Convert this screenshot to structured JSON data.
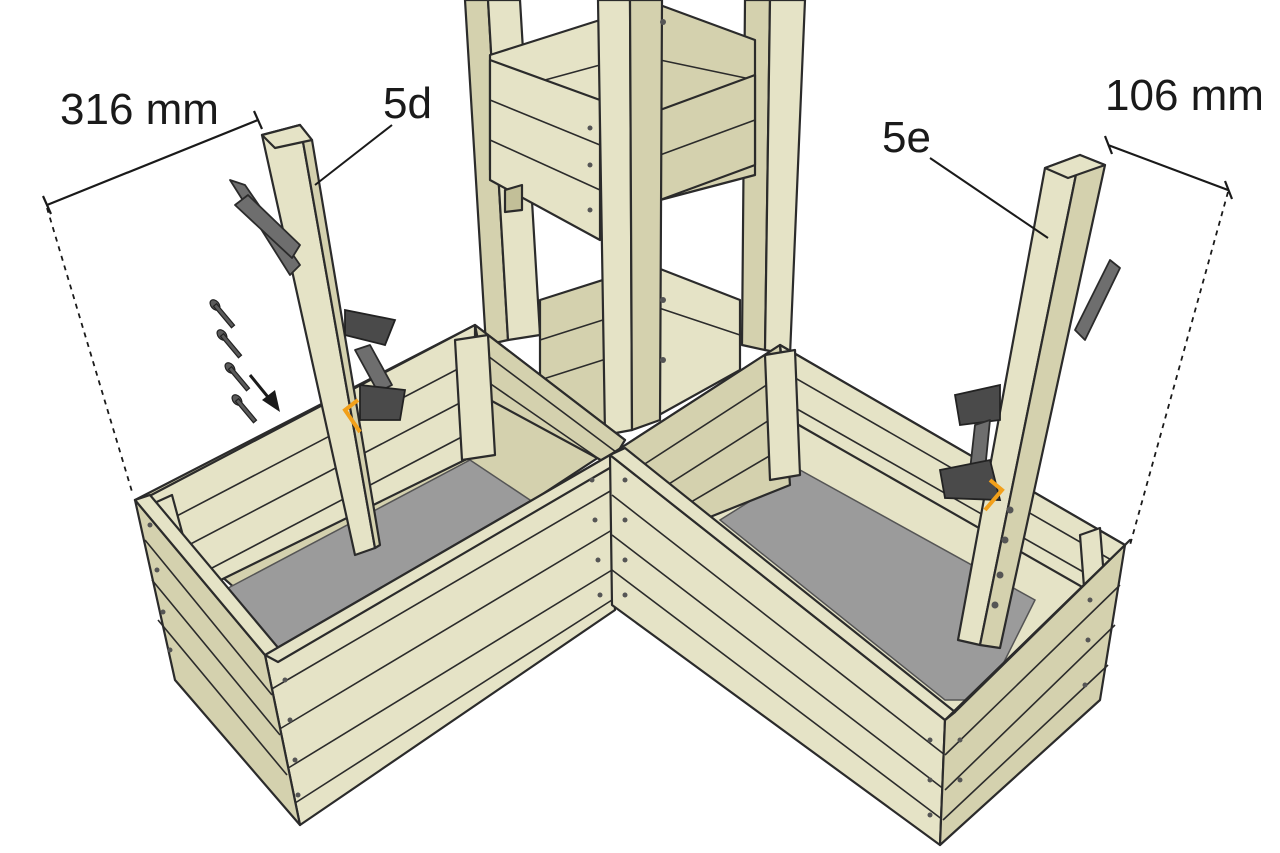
{
  "labels": {
    "dimension_left": "316 mm",
    "dimension_right": "106 mm",
    "part_left": "5d",
    "part_right": "5e"
  },
  "colors": {
    "wood": "#e5e3c6",
    "liner": "#9b9b9b",
    "clamp": "#6e6e6e",
    "bracket": "#f2a01a",
    "line": "#1a1a1a"
  }
}
